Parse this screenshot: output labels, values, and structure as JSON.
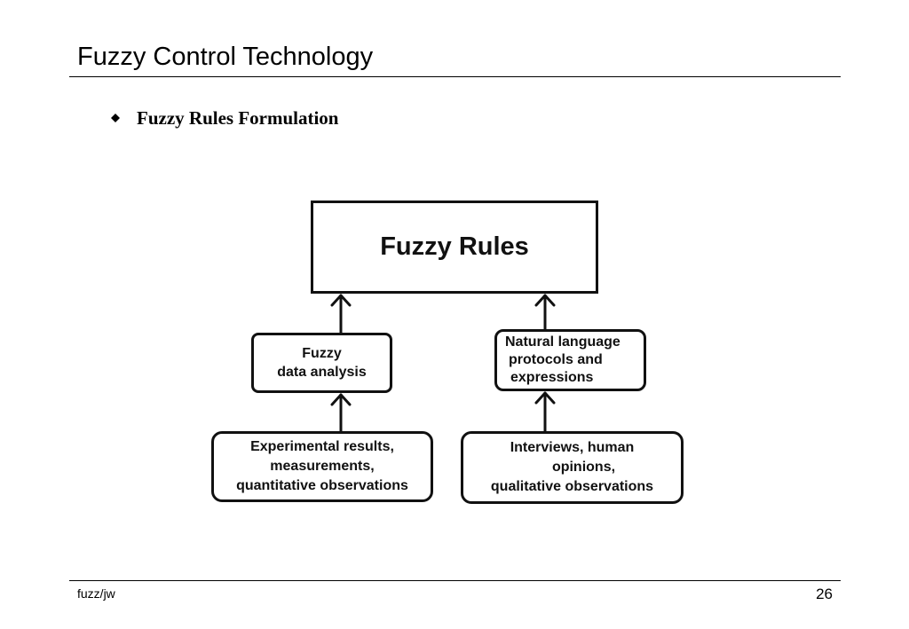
{
  "slide": {
    "title": "Fuzzy Control Technology"
  },
  "bullet": {
    "icon": "diamond-bullet-icon",
    "text": "Fuzzy Rules Formulation"
  },
  "diagram": {
    "main_box": "Fuzzy Rules",
    "fuzzy_data_analysis": [
      "Fuzzy",
      "data analysis"
    ],
    "natural_language": [
      "Natural language",
      "protocols and",
      "expressions"
    ],
    "experimental": [
      "Experimental results,",
      "measurements,",
      "quantitative observations"
    ],
    "interviews": [
      "Interviews, human",
      "opinions,",
      "qualitative observations"
    ]
  },
  "footer": {
    "left_text": "fuzz/jw",
    "page_number": "26"
  }
}
